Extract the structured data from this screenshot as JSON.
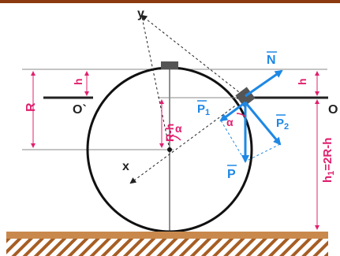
{
  "colors": {
    "top_bar": "#8B3A0F",
    "ground": "#C9894D",
    "ground_hatch": "#A65E24",
    "label_pink": "#E0206E",
    "force_blue": "#1E88E5",
    "line": "#222222",
    "dim_gray": "#777777",
    "block": "#555555"
  },
  "labels": {
    "y": "y",
    "x": "x",
    "N": "N",
    "P": "P",
    "P1": "P",
    "P1_sub": "1",
    "P2": "P",
    "P2_sub": "2",
    "R": "R",
    "h_left": "h",
    "h_right": "h",
    "R_minus_h": "R-h",
    "h1": "h",
    "h1_sub": "1",
    "h1_expr": "=2R-h",
    "alpha_center": "α",
    "alpha_block": "α",
    "O_prime": "O`",
    "O": "O"
  },
  "icons": {
    "top_block": "rectangle-block-icon",
    "tangent_block": "rectangle-block-icon",
    "ground": "hatched-ground-icon"
  }
}
